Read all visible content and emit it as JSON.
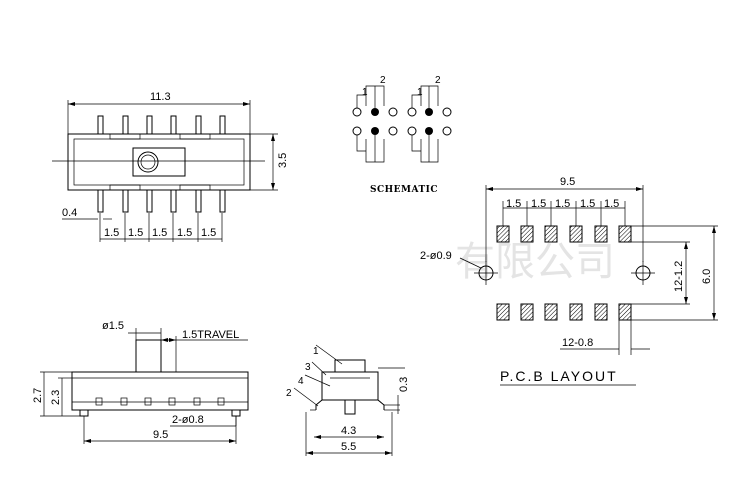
{
  "watermark": "有限公司",
  "top_view": {
    "width_label": "11.3",
    "height_label": "3.5",
    "pin_width_label": "0.4",
    "pitch_labels": [
      "1.5",
      "1.5",
      "1.5",
      "1.5",
      "1.5"
    ]
  },
  "schematic": {
    "title": "SCHEMATIC",
    "pin_labels": [
      "1",
      "2",
      "1",
      "2"
    ]
  },
  "pcb_layout": {
    "title": "P.C.B LAYOUT",
    "width_label": "9.5",
    "pitch_labels": [
      "1.5",
      "1.5",
      "1.5",
      "1.5",
      "1.5"
    ],
    "hole_label": "2-ø0.9",
    "row_label": "12-1.2",
    "height_label": "6.0",
    "pad_label": "12-0.8"
  },
  "front_view": {
    "knob_label": "ø1.5",
    "travel_label": "1.5TRAVEL",
    "height_outer": "2.7",
    "height_inner": "2.3",
    "peg_label": "2-ø0.8",
    "width_label": "9.5"
  },
  "side_view": {
    "callouts": [
      "1",
      "3",
      "4",
      "2"
    ],
    "offset_label": "0.3",
    "inner_width": "4.3",
    "outer_width": "5.5"
  }
}
